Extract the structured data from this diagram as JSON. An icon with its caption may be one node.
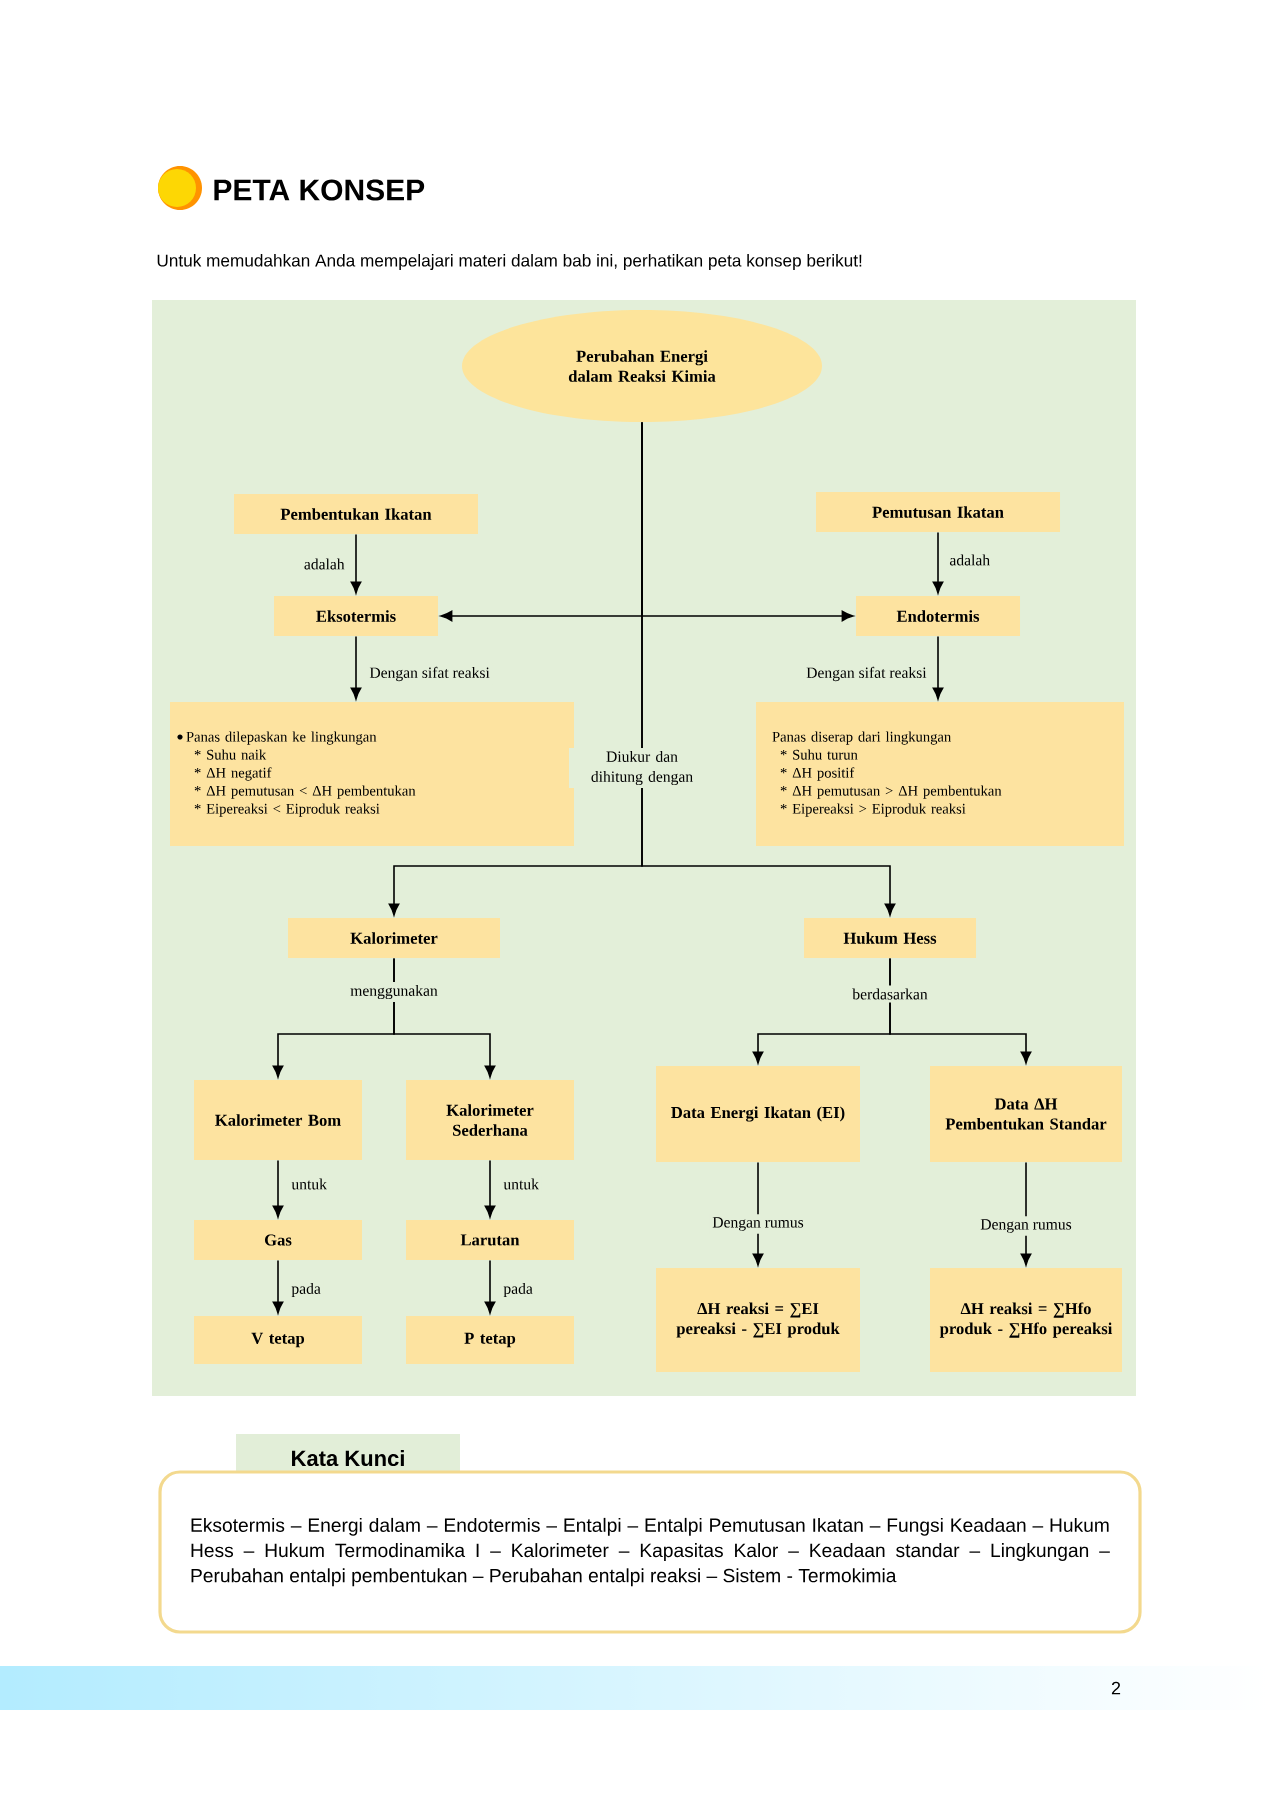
{
  "diagram": {
    "title": "PETA KONSEP",
    "nodes": [
      {
        "text": [
          "Perubahan Energi dalam Reaksi Kimia"
        ]
      },
      {
        "text": [
          "Pembentukan Ikatan"
        ]
      },
      {
        "text": [
          "Pemutusan Ikatan"
        ]
      },
      {
        "text": [
          "Eksotermis"
        ]
      },
      {
        "text": [
          "Endotermis"
        ]
      },
      {
        "text": [
          "Panas dilepaskan ke lingkungan",
          "* Suhu naik",
          "* ΔH negatif",
          "* ΔH pemutusan < ΔH pembentukan",
          "* Eipereaksi < Eiproduk reaksi"
        ]
      },
      {
        "text": [
          "Panas diserap dari lingkungan",
          "* Suhu turun",
          "* ΔH positif",
          "* ΔH pemutusan > ΔH pembentukan",
          "* Eipereaksi > Eiproduk reaksi"
        ]
      },
      {
        "text": [
          "Kalorimeter"
        ]
      },
      {
        "text": [
          "Hukum Hess"
        ]
      },
      {
        "text": [
          "Kalorimeter Bom"
        ]
      },
      {
        "text": [
          "Kalorimeter Sederhana"
        ]
      },
      {
        "text": [
          "Data Energi Ikatan (EI)"
        ]
      },
      {
        "text": [
          "Data ΔH Pembentukan Standar"
        ]
      },
      {
        "text": [
          "Gas"
        ]
      },
      {
        "text": [
          "Larutan"
        ]
      },
      {
        "text": [
          "V tetap"
        ]
      },
      {
        "text": [
          "P tetap"
        ]
      },
      {
        "text": [
          "ΔH reaksi = ∑EI pereaksi - ∑EI produk"
        ]
      },
      {
        "text": [
          "ΔH reaksi = ∑Hfo produk - ∑Hfo pereaksi"
        ]
      },
      {
        "text": [
          "Kata Kunci",
          "Eksotermis – Energi dalam – Endotermis – Entalpi – Entalpi Pemutusan Ikatan – Fungsi Keadaan – Hukum Hess – Hukum Termodinamika I – Kalorimeter – Kapasitas Kalor – Keadaan standar – Lingkungan – Perubahan entalpi pembentukan – Perubahan entalpi reaksi – Sistem - Termokimia"
        ]
      }
    ],
    "edges": [
      {
        "from": 1,
        "to": 3,
        "arrow": "to",
        "label": "adalah"
      },
      {
        "from": 2,
        "to": 4,
        "arrow": "to",
        "label": "adalah"
      },
      {
        "from": 0,
        "to": 3,
        "arrow": "to"
      },
      {
        "from": 0,
        "to": 4,
        "arrow": "to"
      },
      {
        "from": 3,
        "to": 5,
        "arrow": "to",
        "label": "Dengan sifat reaksi"
      },
      {
        "from": 4,
        "to": 6,
        "arrow": "to",
        "label": "Dengan sifat reaksi"
      },
      {
        "from": 0,
        "to": 7,
        "arrow": "to",
        "label": "Diukur dan dihitung dengan"
      },
      {
        "from": 0,
        "to": 8,
        "arrow": "to"
      },
      {
        "from": 7,
        "to": 9,
        "arrow": "to",
        "label": "menggunakan"
      },
      {
        "from": 7,
        "to": 10,
        "arrow": "to"
      },
      {
        "from": 8,
        "to": 11,
        "arrow": "to",
        "label": "berdasarkan"
      },
      {
        "from": 8,
        "to": 12,
        "arrow": "to"
      },
      {
        "from": 9,
        "to": 13,
        "arrow": "to",
        "label": "untuk"
      },
      {
        "from": 10,
        "to": 14,
        "arrow": "to",
        "label": "untuk"
      },
      {
        "from": 13,
        "to": 15,
        "arrow": "to",
        "label": "pada"
      },
      {
        "from": 14,
        "to": 16,
        "arrow": "to",
        "label": "pada"
      },
      {
        "from": 11,
        "to": 17,
        "arrow": "to",
        "label": "Dengan rumus"
      },
      {
        "from": 12,
        "to": 18,
        "arrow": "to",
        "label": "Dengan rumus"
      }
    ],
    "labels": [
      "Untuk memudahkan Anda mempelajari materi dalam bab ini, perhatikan peta konsep berikut!",
      "2"
    ]
  }
}
